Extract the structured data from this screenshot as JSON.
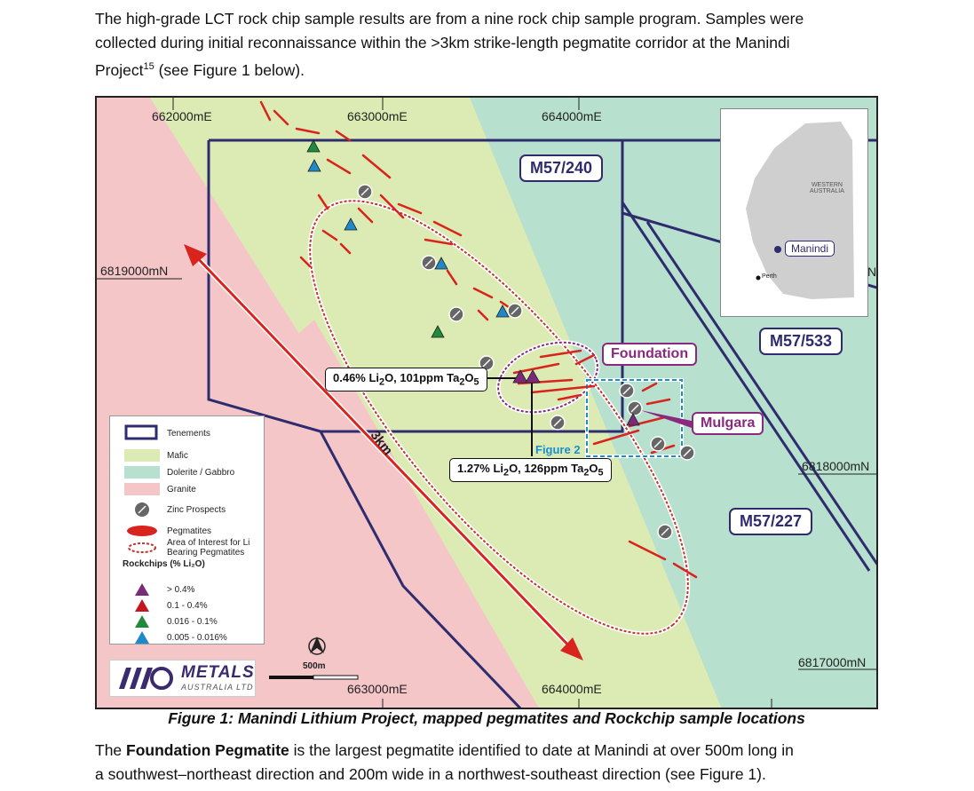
{
  "para_top": {
    "line1": "The high-grade LCT rock chip sample results are from a nine rock chip sample program.  Samples were",
    "line2": "collected during initial reconnaissance within the >3km strike-length pegmatite corridor at the Manindi",
    "line3_a": "Project",
    "line3_sup": "15",
    "line3_b": " (see Figure 1 below)."
  },
  "map": {
    "grid_labels": {
      "e1": "662000mE",
      "e2": "663000mE",
      "e3": "664000mE",
      "e2_bottom": "663000mE",
      "e3_bottom": "664000mE",
      "n1": "6819000mN",
      "n2": "6818000mN",
      "n3": "6817000mN",
      "n_edge": "N"
    },
    "tenements": {
      "t240": "M57/240",
      "t533": "M57/533",
      "t227": "M57/227"
    },
    "prospects": {
      "foundation": "Foundation",
      "mulgara": "Mulgara"
    },
    "results": {
      "r1_a": "0.46% Li",
      "r1_b": "2",
      "r1_c": "O, 101ppm Ta",
      "r1_d": "2",
      "r1_e": "O",
      "r1_f": "5",
      "r2_a": "1.27% Li",
      "r2_b": "2",
      "r2_c": "O, 126ppm Ta",
      "r2_d": "2",
      "r2_e": "O",
      "r2_f": "5"
    },
    "figure2_label": "Figure 2",
    "arrow_label": "3km",
    "scale_label": "500m",
    "legend": {
      "tenements": "Tenements",
      "mafic": "Mafic",
      "dolerite": "Dolerite / Gabbro",
      "granite": "Granite",
      "zinc": "Zinc Prospects",
      "pegmatites": "Pegmatites",
      "aoi_1": "Area of Interest for Li",
      "aoi_2": "Bearing Pegmatites",
      "rockchips": "Rockchips (% Li₂O)",
      "r1": "> 0.4%",
      "r2": "0.1 - 0.4%",
      "r3": "0.016 - 0.1%",
      "r4": "0.005 - 0.016%"
    },
    "inset": {
      "state_1": "WESTERN",
      "state_2": "AUSTRALIA",
      "place": "Manindi",
      "city": "Perth"
    },
    "logo": {
      "name": "METALS",
      "sub": "AUSTRALIA LTD"
    },
    "colors": {
      "granite": "#f4c6c8",
      "mafic": "#dcebb3",
      "dolerite": "#b7e0cf",
      "tenement": "#2e2c6e",
      "pegmatite": "#d9231d",
      "aoi": "#c2342e",
      "foundation": "#8a2a7e",
      "figure2": "#1a8fd0",
      "rc_high": "#7b2a7a",
      "rc_mid": "#c4161c",
      "rc_low": "#1e8c3a",
      "rc_vlow": "#1e88c8"
    }
  },
  "caption": "Figure 1: Manindi Lithium Project, mapped pegmatites and Rockchip sample locations",
  "para_bottom": {
    "line1_a": "The ",
    "line1_b": "Foundation Pegmatite",
    "line1_c": " is the largest pegmatite identified to date at Manindi at over 500m long in",
    "line2": "a southwest–northeast direction and 200m wide in a northwest-southeast direction (see Figure 1)."
  }
}
